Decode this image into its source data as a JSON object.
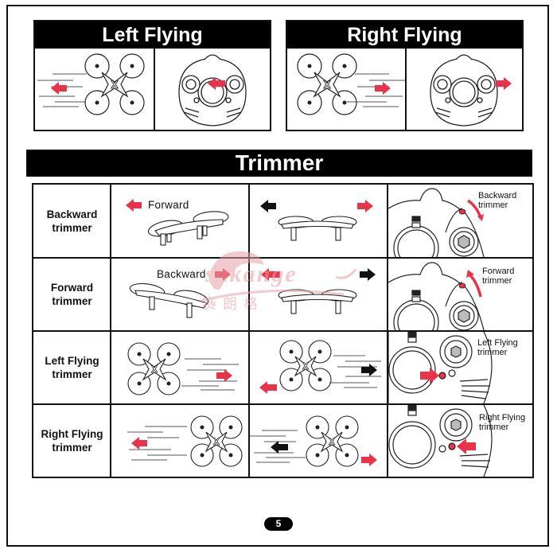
{
  "page": {
    "number": "5",
    "colors": {
      "accent_red": "#e8334a",
      "header_black": "#000000",
      "line": "#111111",
      "watermark": "#e7a0a6"
    }
  },
  "left_flying": {
    "title": "Left Flying",
    "drone_arrow": "left",
    "controller_arrow": "left"
  },
  "right_flying": {
    "title": "Right Flying",
    "drone_arrow": "right",
    "controller_arrow": "right"
  },
  "trimmer": {
    "title": "Trimmer",
    "rows": [
      {
        "label_line1": "Backward",
        "label_line2": "trimmer",
        "left_caption": "Forward",
        "left_arrow": "left-red",
        "mid_arrows": [
          "left-black",
          "right-red"
        ],
        "controller_label_line1": "Backward",
        "controller_label_line2": "trimmer",
        "controller_icon": "curved-arrow-down"
      },
      {
        "label_line1": "Forward",
        "label_line2": "trimmer",
        "left_caption": "Backward",
        "left_arrow": "right-red",
        "mid_arrows": [
          "left-red",
          "right-black"
        ],
        "controller_label_line1": "Forward",
        "controller_label_line2": "trimmer",
        "controller_icon": "curved-arrow-up"
      },
      {
        "label_line1": "Left Flying",
        "label_line2": "trimmer",
        "left_arrow": "right-red",
        "mid_arrows": [
          "right-black",
          "left-red"
        ],
        "controller_label_line1": "Left Flying",
        "controller_label_line2": "trimmer",
        "controller_icon": "arrow-right-to-button"
      },
      {
        "label_line1": "Right Flying",
        "label_line2": "trimmer",
        "left_arrow": "left-red",
        "mid_arrows": [
          "left-black",
          "right-red"
        ],
        "controller_label_line1": "Right Flying",
        "controller_label_line2": "trimmer",
        "controller_icon": "arrow-left-to-button"
      }
    ]
  },
  "watermark": {
    "text": "sakange",
    "text_cn": "赛朗格"
  }
}
